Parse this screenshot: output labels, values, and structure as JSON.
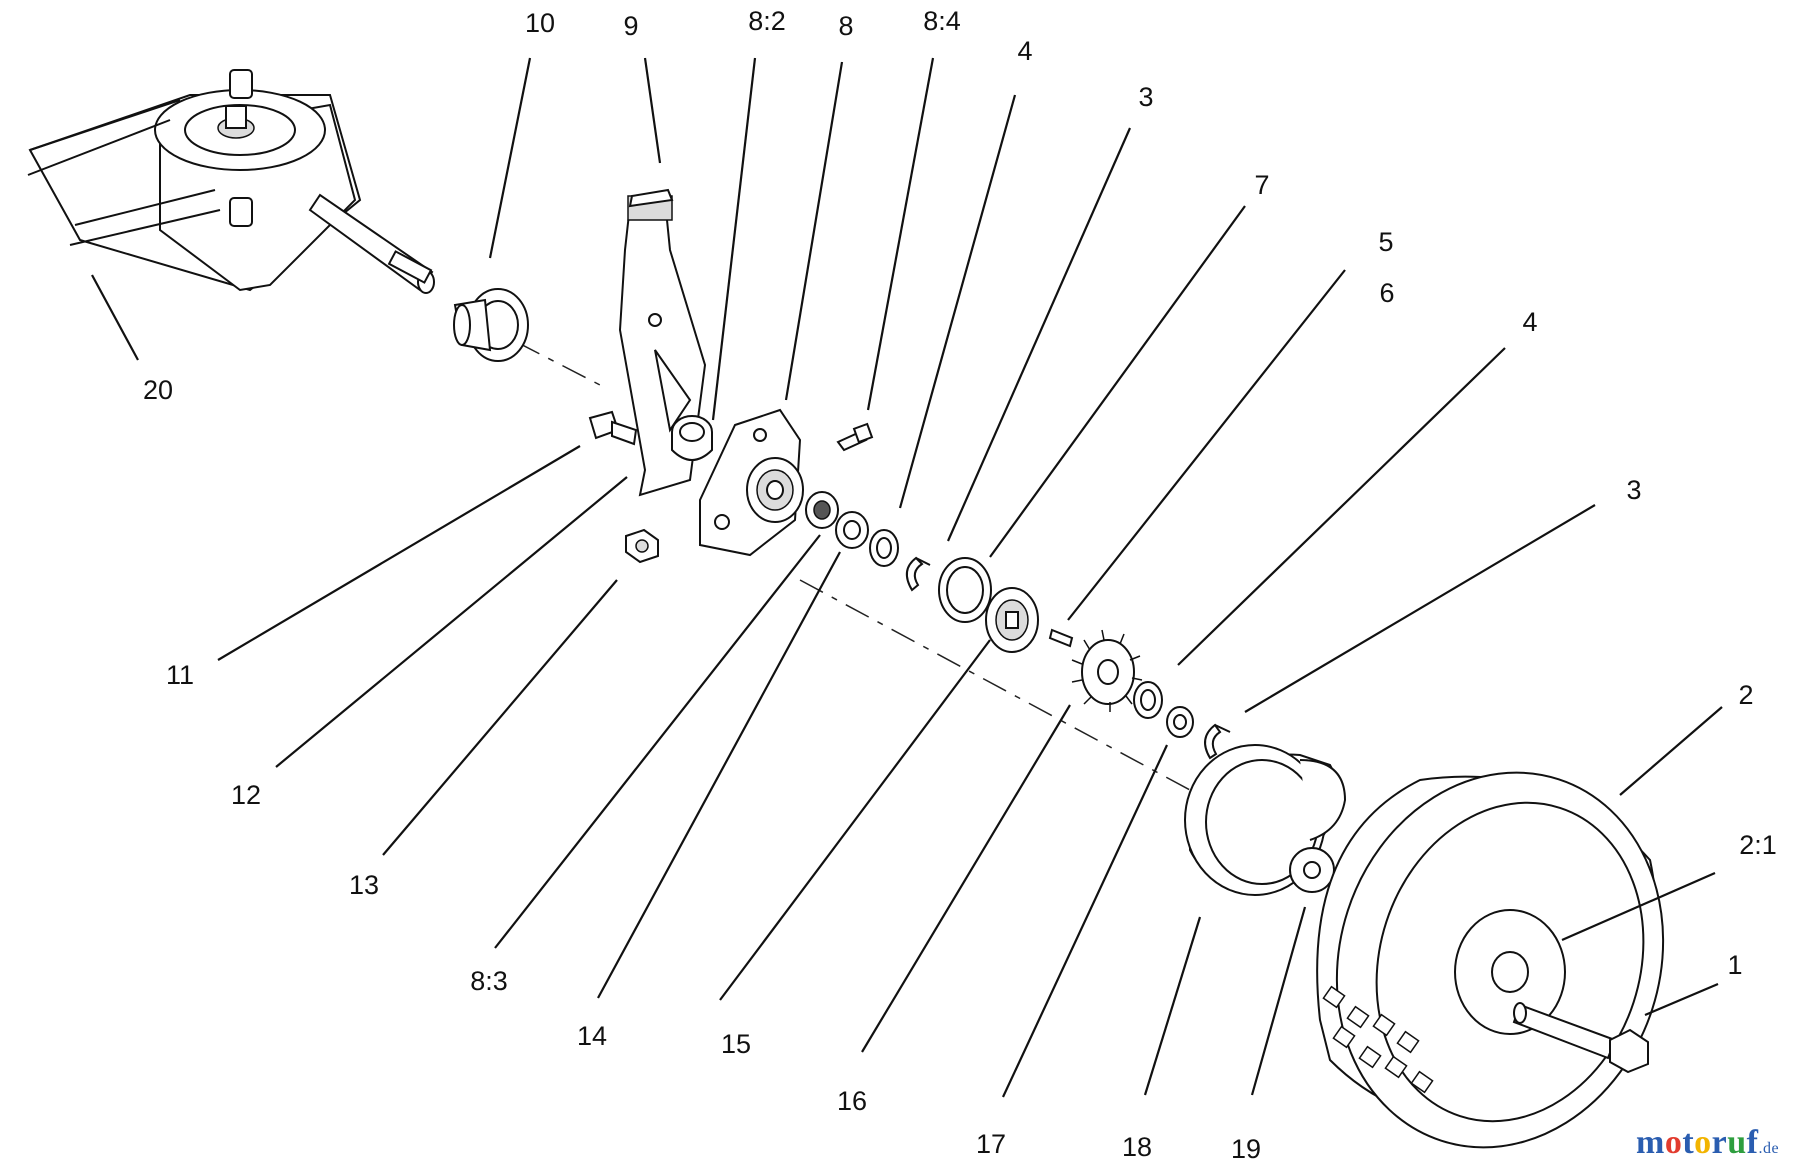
{
  "callouts": [
    {
      "id": "p10",
      "label": "10"
    },
    {
      "id": "p9",
      "label": "9"
    },
    {
      "id": "p8-2",
      "label": "8:2"
    },
    {
      "id": "p8",
      "label": "8"
    },
    {
      "id": "p8-4",
      "label": "8:4"
    },
    {
      "id": "p4a",
      "label": "4"
    },
    {
      "id": "p3a",
      "label": "3"
    },
    {
      "id": "p7",
      "label": "7"
    },
    {
      "id": "p5",
      "label": "5"
    },
    {
      "id": "p6",
      "label": "6"
    },
    {
      "id": "p4b",
      "label": "4"
    },
    {
      "id": "p3b",
      "label": "3"
    },
    {
      "id": "p2",
      "label": "2"
    },
    {
      "id": "p2-1",
      "label": "2:1"
    },
    {
      "id": "p1",
      "label": "1"
    },
    {
      "id": "p20",
      "label": "20"
    },
    {
      "id": "p11",
      "label": "11"
    },
    {
      "id": "p12",
      "label": "12"
    },
    {
      "id": "p13",
      "label": "13"
    },
    {
      "id": "p8-3",
      "label": "8:3"
    },
    {
      "id": "p14",
      "label": "14"
    },
    {
      "id": "p15",
      "label": "15"
    },
    {
      "id": "p16",
      "label": "16"
    },
    {
      "id": "p17",
      "label": "17"
    },
    {
      "id": "p18",
      "label": "18"
    },
    {
      "id": "p19",
      "label": "19"
    }
  ],
  "watermark": {
    "parts": [
      {
        "text": "m",
        "color": "#2a5db0"
      },
      {
        "text": "o",
        "color": "#e23b2e"
      },
      {
        "text": "t",
        "color": "#2a5db0"
      },
      {
        "text": "o",
        "color": "#f2b400"
      },
      {
        "text": "r",
        "color": "#2a5db0"
      },
      {
        "text": "u",
        "color": "#2e9e3e"
      },
      {
        "text": "f",
        "color": "#2a5db0"
      }
    ],
    "suffix": ".de"
  }
}
